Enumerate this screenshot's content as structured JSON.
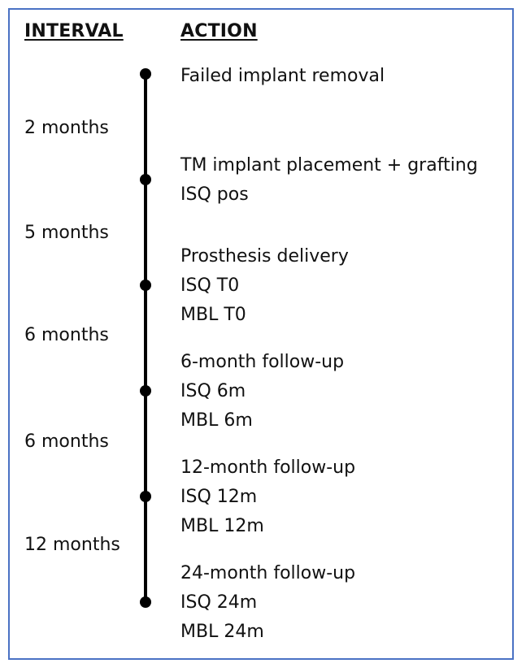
{
  "headers": {
    "interval": "INTERVAL",
    "action": "ACTION"
  },
  "colors": {
    "frame_border": "#4a72c4",
    "timeline": "#000000",
    "text": "#111111"
  },
  "intervals": [
    "2 months",
    "5 months",
    "6 months",
    "6 months",
    "12 months"
  ],
  "events": [
    {
      "lines": [
        "Failed implant removal"
      ]
    },
    {
      "lines": [
        "TM implant placement + grafting",
        "ISQ pos"
      ]
    },
    {
      "lines": [
        "Prosthesis delivery",
        "ISQ T0",
        "MBL T0"
      ]
    },
    {
      "lines": [
        "6-month follow-up",
        "ISQ 6m",
        "MBL 6m"
      ]
    },
    {
      "lines": [
        "12-month follow-up",
        "ISQ 12m",
        "MBL 12m"
      ]
    },
    {
      "lines": [
        "24-month follow-up",
        "ISQ 24m",
        "MBL 24m"
      ]
    }
  ]
}
